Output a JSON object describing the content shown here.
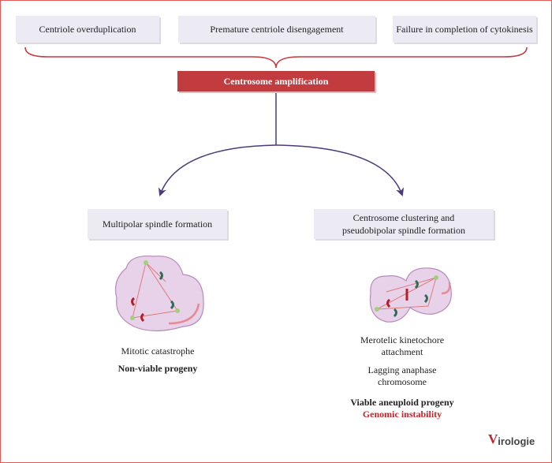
{
  "causes": [
    "Centriole overduplication",
    "Premature centriole disengagement",
    "Failure in completion of cytokinesis"
  ],
  "central": "Centrosome amplification",
  "left": {
    "title": "Multipolar spindle formation",
    "outcome": "Mitotic catastrophe",
    "result": "Non-viable progeny"
  },
  "right": {
    "title_line1": "Centrosome clustering and",
    "title_line2": "pseudobipolar spindle formation",
    "outcome1_line1": "Merotelic kinetochore",
    "outcome1_line2": "attachment",
    "outcome2_line1": "Lagging anaphase",
    "outcome2_line2": "chromosome",
    "result1": "Viable aneuploid progeny",
    "result2": "Genomic instability"
  },
  "logo": {
    "initial": "V",
    "rest": "irologie"
  },
  "colors": {
    "accent": "#c23b3f",
    "arrow": "#4b3a78",
    "box": "#ecebf3",
    "cell": "#e7d2ea"
  }
}
